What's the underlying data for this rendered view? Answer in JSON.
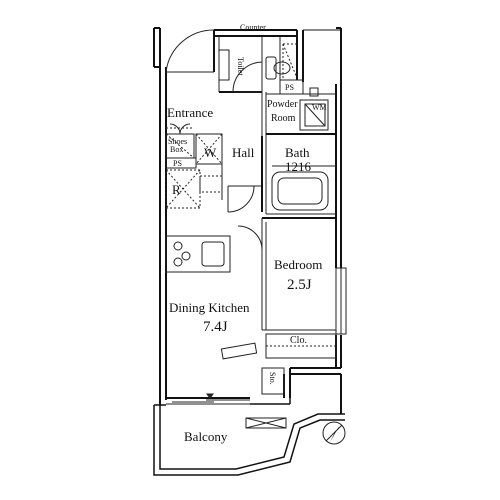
{
  "rooms": {
    "counter": "Counter",
    "toilet": "Toilet",
    "ps_top": "PS",
    "powder_room": "Powder Room",
    "powder_room_line1": "Powder",
    "powder_room_line2": "Room",
    "wm": "WM",
    "entrance": "Entrance",
    "shoes_box": "Shoes Box",
    "shoes_box_line1": "Shoes",
    "shoes_box_line2": "Box",
    "wardrobe": "W",
    "hall": "Hall",
    "bath": "Bath",
    "bath_size": "1216",
    "ps_entrance": "PS",
    "refrigerator": "R",
    "bedroom": "Bedroom",
    "bedroom_size": "2.5J",
    "closet": "Clo.",
    "dining_kitchen": "Dining Kitchen",
    "dining_kitchen_size": "7.4J",
    "storage": "Sto.",
    "balcony": "Balcony"
  },
  "icons": {
    "north": "north-arrow-icon",
    "stove": "stove-icon",
    "sink": "sink-icon",
    "bathtub": "bathtub-icon",
    "toilet": "toilet-icon"
  },
  "colors": {
    "wall": "#1a1a1a",
    "line": "#222222",
    "bg": "#ffffff"
  }
}
